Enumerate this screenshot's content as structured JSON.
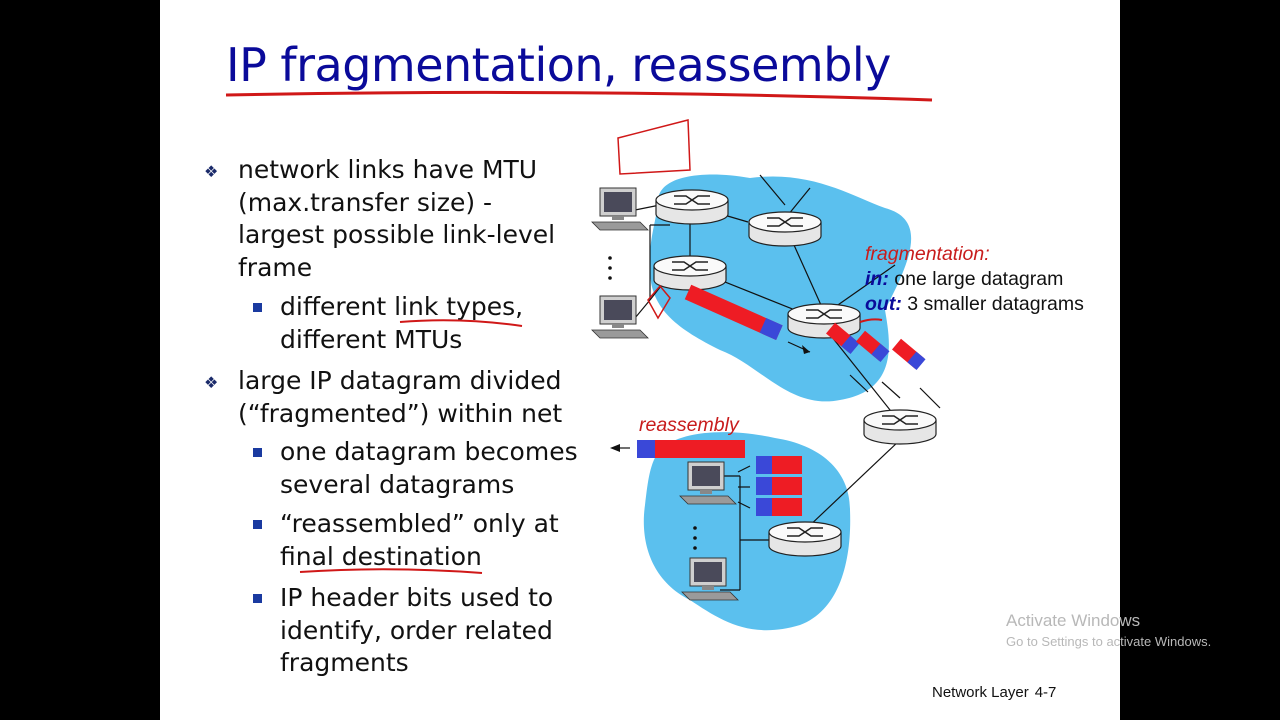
{
  "slide": {
    "title": "IP fragmentation, reassembly",
    "bullets": [
      {
        "text": "network links have MTU (max.transfer size) - largest possible link-level frame",
        "sub": [
          "different link types, different MTUs"
        ]
      },
      {
        "text": "large IP datagram divided (“fragmented”) within net",
        "sub": [
          "one datagram becomes several datagrams",
          "“reassembled” only at final destination",
          "IP header bits used to identify, order related fragments"
        ]
      }
    ],
    "diagram": {
      "fragmentation_label": "fragmentation:",
      "in_label": "in:",
      "in_text": "one large datagram",
      "out_label": "out:",
      "out_text": "3 smaller datagrams",
      "reassembly_label": "reassembly"
    },
    "footer": {
      "chapter": "Network Layer",
      "page": "4-7"
    }
  },
  "watermark": {
    "line1": "Activate Windows",
    "line2": "Go to Settings to activate Windows."
  },
  "colors": {
    "title": "#0a0a9a",
    "header_blue": "#3a48d8",
    "payload_red": "#ee1c24",
    "network_cloud": "#5bc0ee",
    "annotation_ink": "#d01818"
  }
}
